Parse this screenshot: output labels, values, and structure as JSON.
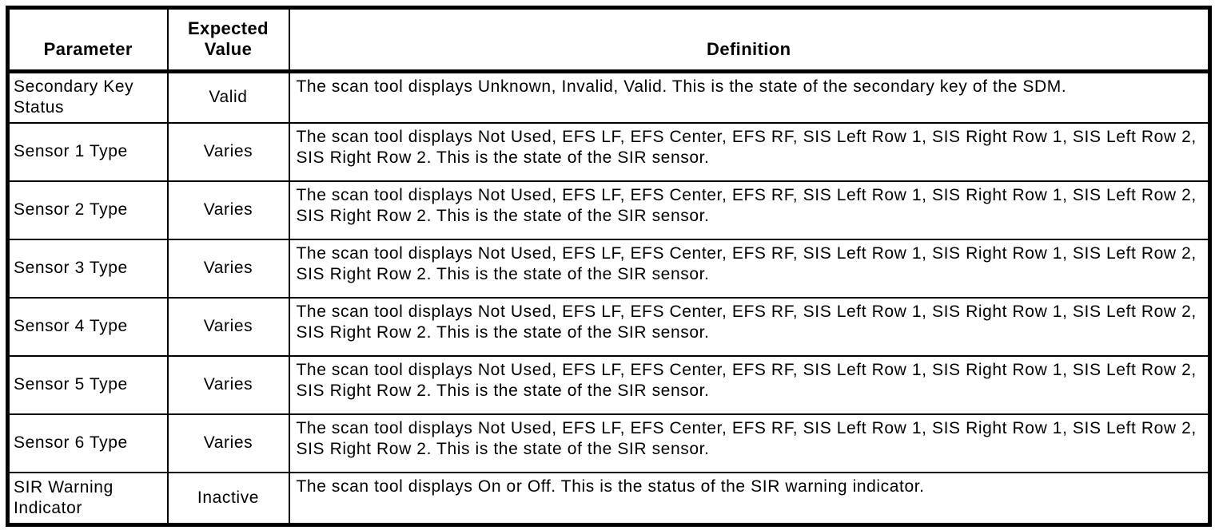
{
  "colors": {
    "border": "#000000",
    "text": "#000000",
    "background": "#ffffff"
  },
  "table": {
    "columns": [
      "Parameter",
      "Expected Value",
      "Definition"
    ],
    "rows": [
      {
        "parameter": "Secondary Key Status",
        "expected_value": "Valid",
        "definition": "The scan tool displays Unknown, Invalid, Valid. This is the state of the secondary key of the SDM."
      },
      {
        "parameter": "Sensor 1 Type",
        "expected_value": "Varies",
        "definition": "The scan tool displays Not Used, EFS LF, EFS Center, EFS RF, SIS Left Row 1, SIS Right Row 1, SIS Left Row 2, SIS Right Row 2. This is the state of the SIR sensor."
      },
      {
        "parameter": "Sensor 2 Type",
        "expected_value": "Varies",
        "definition": "The scan tool displays Not Used, EFS LF, EFS Center, EFS RF, SIS Left Row 1, SIS Right Row 1, SIS Left Row 2, SIS Right Row 2. This is the state of the SIR sensor."
      },
      {
        "parameter": "Sensor 3 Type",
        "expected_value": "Varies",
        "definition": "The scan tool displays Not Used, EFS LF, EFS Center, EFS RF, SIS Left Row 1, SIS Right Row 1, SIS Left Row 2, SIS Right Row 2. This is the state of the SIR sensor."
      },
      {
        "parameter": "Sensor 4 Type",
        "expected_value": "Varies",
        "definition": "The scan tool displays Not Used, EFS LF, EFS Center, EFS RF, SIS Left Row 1, SIS Right Row 1, SIS Left Row 2, SIS Right Row 2. This is the state of the SIR sensor."
      },
      {
        "parameter": "Sensor 5 Type",
        "expected_value": "Varies",
        "definition": "The scan tool displays Not Used, EFS LF, EFS Center, EFS RF, SIS Left Row 1, SIS Right Row 1, SIS Left Row 2, SIS Right Row 2. This is the state of the SIR sensor."
      },
      {
        "parameter": "Sensor 6 Type",
        "expected_value": "Varies",
        "definition": "The scan tool displays Not Used, EFS LF, EFS Center, EFS RF, SIS Left Row 1, SIS Right Row 1, SIS Left Row 2, SIS Right Row 2. This is the state of the SIR sensor."
      },
      {
        "parameter": "SIR Warning Indicator",
        "expected_value": "Inactive",
        "definition": "The scan tool displays On or Off. This is the status of the SIR warning indicator."
      }
    ]
  }
}
